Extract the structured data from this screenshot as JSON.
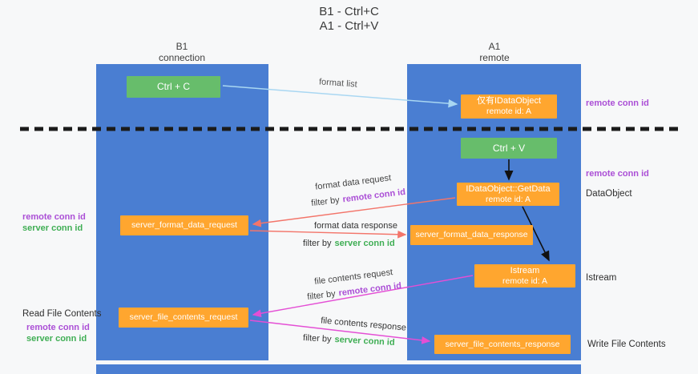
{
  "title": {
    "line1": "B1 - Ctrl+C",
    "line2": "A1 - Ctrl+V"
  },
  "lanes": {
    "left": {
      "name": "B1",
      "sub": "connection"
    },
    "right": {
      "name": "A1",
      "sub": "remote"
    }
  },
  "boxes": {
    "ctrl_c": "Ctrl + C",
    "ctrl_v": "Ctrl + V",
    "idataobject": {
      "line1": "仅有IDataObject",
      "line2": "remote id: A"
    },
    "getdata": {
      "line1": "IDataObject::GetData",
      "line2": "remote id: A"
    },
    "istream": {
      "line1": "Istream",
      "line2": "remote id: A"
    },
    "format_request": "server_format_data_request",
    "format_response": "server_format_data_response",
    "file_request": "server_file_contents_request",
    "file_response": "server_file_contents_response"
  },
  "labels": {
    "format_list": "format list",
    "format_data_request": "format data request",
    "format_data_response": "format data response",
    "file_contents_request": "file contents request",
    "file_contents_response": "file contents response",
    "filter_by": "filter by",
    "remote_conn_id": "remote conn id",
    "server_conn_id": "server conn id",
    "dataobject": "DataObject",
    "istream": "Istream",
    "read_file_contents": "Read File Contents",
    "write_file_contents": "Write File Contents"
  },
  "colors": {
    "lane_blue": "#4a7ed2",
    "box_green": "#67bd6b",
    "box_orange": "#ffa62f",
    "purple_label": "#ab4fd6",
    "green_label": "#3fae54",
    "arrow_blue": "#a9d7f2",
    "arrow_salmon": "#f3756a",
    "arrow_magenta": "#e44fd5",
    "arrow_black": "#111111"
  }
}
